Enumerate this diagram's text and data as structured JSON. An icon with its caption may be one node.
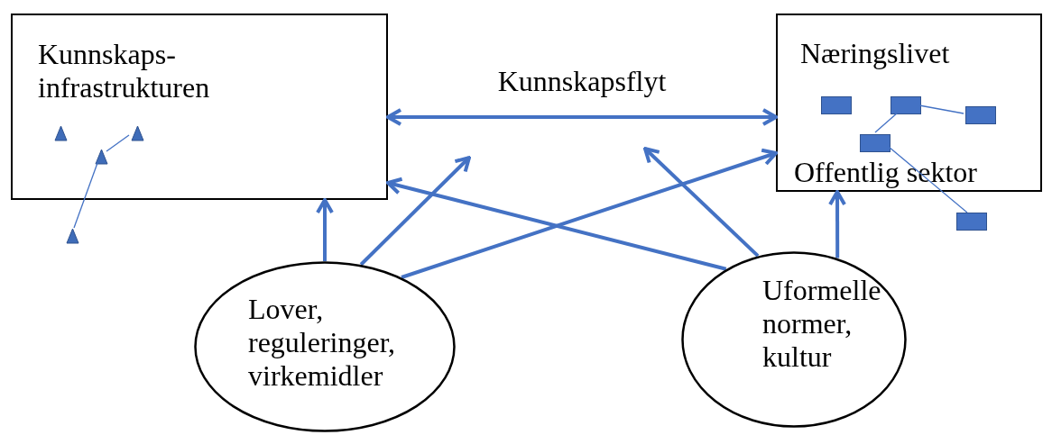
{
  "diagram": {
    "nodes": [
      {
        "text": [
          "Kunnskaps- infrastrukturen"
        ]
      },
      {
        "text": [],
        "shape": "triangle",
        "in": 0
      },
      {
        "text": [],
        "shape": "triangle",
        "in": 0
      },
      {
        "text": [],
        "shape": "triangle",
        "in": 0
      },
      {
        "text": [],
        "shape": "triangle"
      },
      {
        "text": [
          "Næringslivet",
          "Offentlig sektor"
        ]
      },
      {
        "text": [],
        "shape": "box",
        "in": 5
      },
      {
        "text": [],
        "shape": "box",
        "in": 5
      },
      {
        "text": [],
        "shape": "box",
        "in": 5
      },
      {
        "text": [],
        "shape": "box",
        "in": 5
      },
      {
        "text": [],
        "shape": "box"
      },
      {
        "text": [
          "Lover, reguleringer, virkemidler"
        ]
      },
      {
        "text": [
          "Uformelle normer, kultur"
        ]
      }
    ],
    "edges": [
      {
        "from": 0,
        "to": 5,
        "arrow": "both",
        "label": "Kunnskapsflyt"
      },
      {
        "from": 3,
        "to": 2,
        "arrow": "none"
      },
      {
        "from": 3,
        "to": 4,
        "arrow": "none"
      },
      {
        "from": 7,
        "to": 9,
        "arrow": "none"
      },
      {
        "from": 7,
        "to": 8,
        "arrow": "none"
      },
      {
        "from": 9,
        "to": 10,
        "arrow": "none"
      },
      {
        "from": 11,
        "to": 0,
        "arrow": "to"
      },
      {
        "from": 11,
        "to": null,
        "arrow": "to"
      },
      {
        "from": 11,
        "to": 5,
        "arrow": "to"
      },
      {
        "from": 12,
        "to": 0,
        "arrow": "to"
      },
      {
        "from": 12,
        "to": null,
        "arrow": "to"
      },
      {
        "from": 12,
        "to": 5,
        "arrow": "to"
      }
    ]
  }
}
